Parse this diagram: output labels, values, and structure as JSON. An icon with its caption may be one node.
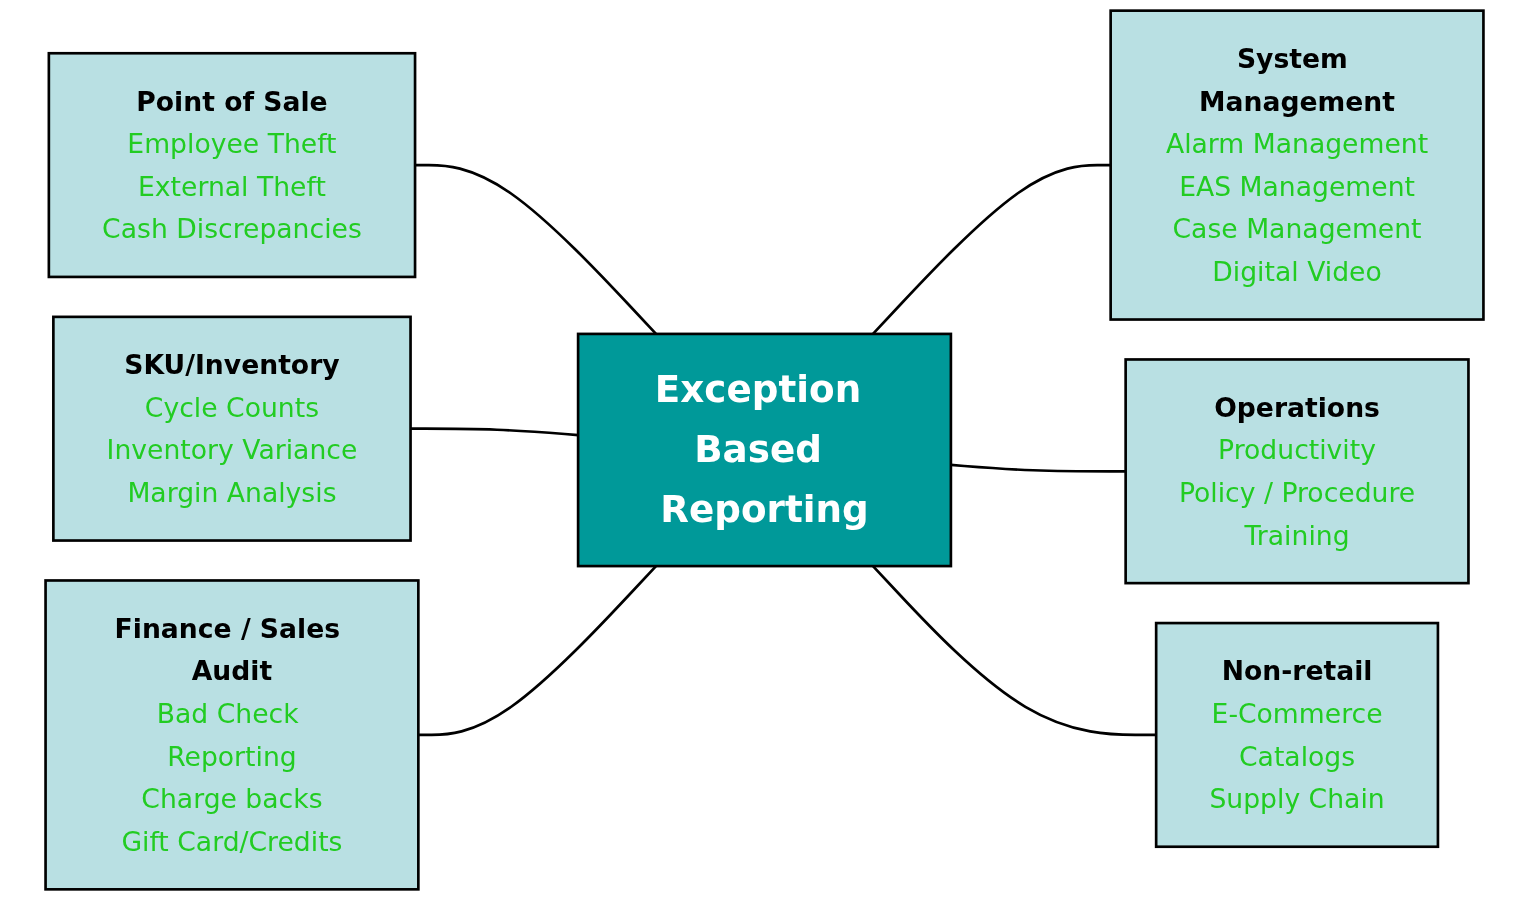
{
  "diagram": {
    "nodes": [
      {
        "text": [
          "Point of Sale",
          "Employee Theft",
          "External Theft",
          "Cash Discrepancies"
        ]
      },
      {
        "text": [
          "System Management",
          "Alarm Management",
          "EAS Management",
          "Case Management",
          "Digital Video"
        ]
      },
      {
        "text": [
          "SKU/Inventory",
          "Cycle Counts",
          "Inventory Variance",
          "Margin Analysis"
        ]
      },
      {
        "text": [
          "Exception Based Reporting"
        ]
      },
      {
        "text": [
          "Operations",
          "Productivity",
          "Policy / Procedure",
          "Training"
        ]
      },
      {
        "text": [
          "Finance / Sales Audit",
          "Bad Check Reporting",
          "Charge backs",
          "Gift Card/Credits"
        ]
      },
      {
        "text": [
          "Non-retail",
          "E-Commerce",
          "Catalogs",
          "Supply Chain"
        ]
      }
    ],
    "edges": [
      {
        "from": 0,
        "to": 3,
        "arrow": "none"
      },
      {
        "from": 2,
        "to": 3,
        "arrow": "none"
      },
      {
        "from": 5,
        "to": 3,
        "arrow": "none"
      },
      {
        "from": 3,
        "to": 1,
        "arrow": "none"
      },
      {
        "from": 3,
        "to": 4,
        "arrow": "none"
      },
      {
        "from": 3,
        "to": 6,
        "arrow": "none"
      }
    ]
  }
}
